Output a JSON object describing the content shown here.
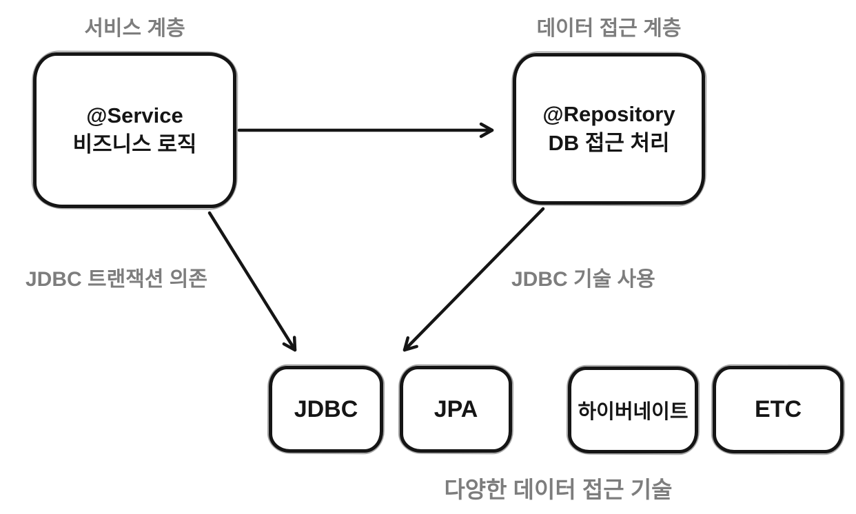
{
  "diagram": {
    "service_layer": {
      "title": "서비스 계층",
      "annotation": "@Service",
      "description": "비즈니스 로직"
    },
    "data_access_layer": {
      "title": "데이터 접근 계층",
      "annotation": "@Repository",
      "description": "DB 접근 처리"
    },
    "edge_labels": {
      "left": "JDBC 트랜잭션 의존",
      "right": "JDBC 기술 사용"
    },
    "technologies": [
      "JDBC",
      "JPA",
      "하이버네이트",
      "ETC"
    ],
    "caption": "다양한 데이터 접근 기술",
    "colors": {
      "ink": "#151515",
      "label_gray": "#7d7d7d",
      "background": "#ffffff"
    }
  }
}
